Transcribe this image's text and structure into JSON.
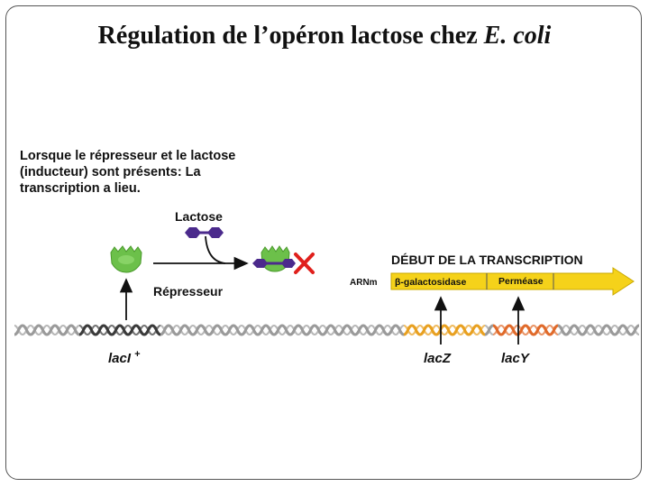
{
  "title": {
    "main": "Régulation de l’opéron lactose chez ",
    "species": "E. coli"
  },
  "description": "Lorsque le répresseur et le lactose (inducteur) sont présents: La transcription a lieu.",
  "labels": {
    "lactose": "Lactose",
    "repressor": "Répresseur",
    "transcription_start": "DÉBUT DE LA TRANSCRIPTION",
    "mrna": "ARNm",
    "beta_gal": "β-galactosidase",
    "permease": "Perméase",
    "lacI": "lacI",
    "lacI_sup": "+",
    "lacZ": "lacZ",
    "lacY": "lacY"
  },
  "colors": {
    "repressor": "#6cc04a",
    "lactose": "#4b2a8c",
    "block_x": "#e0201c",
    "mrna_arrow": "#f5d21a",
    "dna_grey": "#9a9a9a",
    "dna_dark": "#3a3a3a",
    "dna_lacZ": "#e8a020",
    "dna_lacY": "#e06a2a"
  },
  "icons": [
    "repressor-protein-icon",
    "lactose-molecule-icon",
    "repressor-lactose-complex-icon",
    "blocked-x-icon"
  ]
}
